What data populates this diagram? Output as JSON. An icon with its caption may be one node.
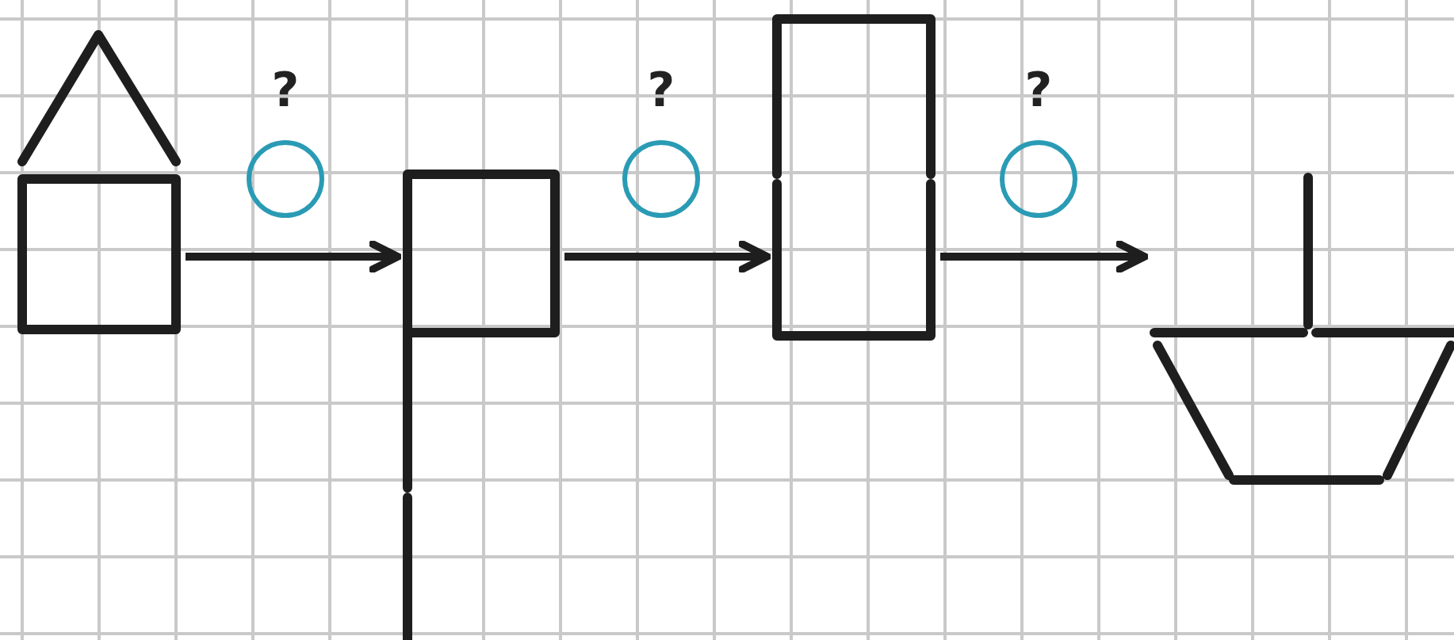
{
  "diagram": {
    "nodes": [
      {
        "text": [],
        "shape": "picture"
      },
      {
        "text": [],
        "shape": "picture"
      },
      {
        "text": [],
        "shape": "picture"
      },
      {
        "text": [],
        "shape": "picture"
      },
      {
        "text": [
          "?"
        ]
      },
      {
        "text": [
          "?"
        ]
      },
      {
        "text": [
          "?"
        ]
      }
    ],
    "edges": [
      {
        "from": 0,
        "to": 1,
        "arrow": "to"
      },
      {
        "from": 1,
        "to": 2,
        "arrow": "to"
      },
      {
        "from": 2,
        "to": 3,
        "arrow": "to"
      }
    ]
  }
}
